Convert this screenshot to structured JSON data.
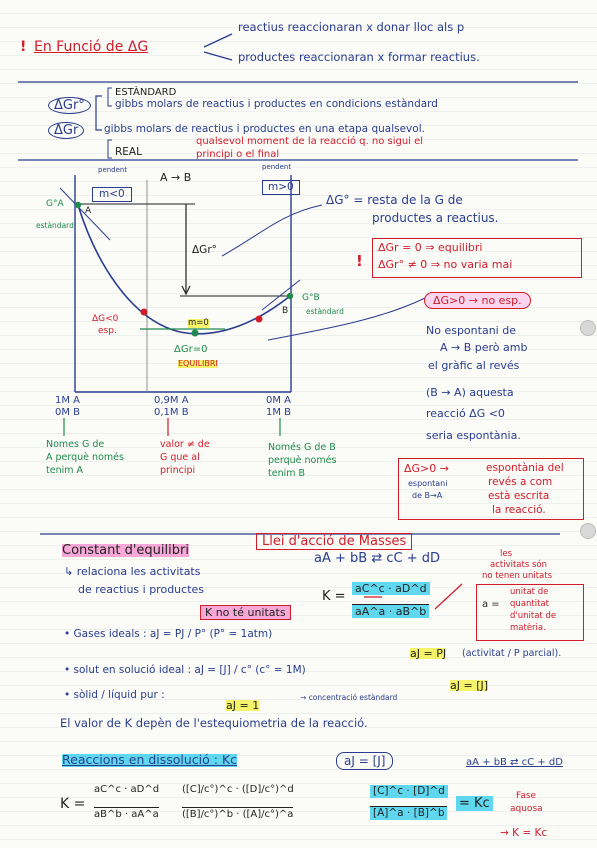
{
  "header": {
    "bullet": "!",
    "title": "En Funció de ΔG",
    "line1": "reactius reaccionaran x donar lloc als p",
    "line2": "productes reaccionaran x formar reactius."
  },
  "definitions": {
    "dg0_symbol": "ΔGr°",
    "dg0_tag": "ESTÀNDARD",
    "dg0_text": "gibbs molars de reactius i productes en condicions estàndard",
    "dg_symbol": "ΔGr",
    "dg_text": "gibbs molars de reactius i productes en una etapa qualsevol.",
    "dg_tag": "REAL",
    "dg_note1": "qualsevol moment de la reacció q. no sigui el",
    "dg_note2": "principi o el final"
  },
  "diagram": {
    "reaction": "A → B",
    "pendent_left": "pendent",
    "m_left": "m<0",
    "pendent_right": "pendent",
    "m_right": "m>0",
    "g0a": "G°A",
    "a_label": "A",
    "estandard_left": "estàndard",
    "dg_arrow": "ΔGr°",
    "g0b": "G°B",
    "b_label": "B",
    "estandard_right": "estàndard",
    "dg_lt_0": "ΔG<0",
    "esp": "esp.",
    "m_zero": "m=0",
    "dg_eq_0": "ΔGr=0",
    "equilibri": "EQUILIBRI",
    "axis_left_1": "1M A",
    "axis_left_2": "0M B",
    "axis_mid_1": "0,9M A",
    "axis_mid_2": "0,1M B",
    "axis_right_1": "0M A",
    "axis_right_2": "1M B",
    "note_a1": "Nomes G de",
    "note_a2": "A perquè només",
    "note_a3": "tenim A",
    "note_mid1": "valor ≠ de",
    "note_mid2": "G que al",
    "note_mid3": "principi",
    "note_b1": "Només G de B",
    "note_b2": "perquè només",
    "note_b3": "tenim B"
  },
  "side_notes": {
    "dg0_def1": "ΔG° = resta de la G de",
    "dg0_def2": "productes a reactius.",
    "box_line1": "ΔGr = 0 ⇒ equilibri",
    "box_line2": "ΔGr° ≠ 0 ⇒ no varia mai",
    "nonsp": "ΔG>0 → no esp.",
    "para1": "No espontani de",
    "para2": "A → B però amb",
    "para3": "el gràfic al revés",
    "para4": "(B → A) aquesta",
    "para5": "reacció ΔG <0",
    "para6": "seria espontània.",
    "box2_left": "ΔG>0 →",
    "box2_sub1": "espontani",
    "box2_sub2": "de B→A",
    "box2_right1": "espontània del",
    "box2_right2": "revés a com",
    "box2_right3": "està escrita",
    "box2_right4": "la reacció."
  },
  "mass_action": {
    "title": "Llei d'acció de Masses",
    "reaction": "aA + bB ⇄ cC + dD",
    "heading": "Constant d'equilibri",
    "relates1": "↳ relaciona les activitats",
    "relates2": "de reactius i productes",
    "k_label": "K =",
    "k_num": "aC^c · aD^d",
    "k_den": "aA^a · aB^b",
    "k_units": "K no té unitats",
    "act1": "les",
    "act2": "activitats són",
    "act3": "no tenen unitats",
    "a_eq": "a =",
    "a_def1": "unitat de",
    "a_def2": "quantitat",
    "a_def3": "d'unitat de",
    "a_def4": "matèria.",
    "gas": "• Gases ideals : aJ = PJ / P°   (P° = 1atm)",
    "gas_result": "aJ = PJ",
    "gas_note": "(activitat / P parcial).",
    "sol": "• solut en solució ideal :  aJ = [J] / c°   (c° = 1M)",
    "sol_result": "aJ = [J]",
    "sol_note": "→ concentració estàndard",
    "solid_label": "• sòlid / líquid pur :",
    "solid_result": "aJ = 1",
    "stoich": "El valor de K depèn de l'estequiometria de la reacció.",
    "kc_title": "Reaccions en dissolució : Kc",
    "kc_aj": "aJ = [J]",
    "kc_reaction": "aA + bB ⇄ cC + dD",
    "k_eq": "K =",
    "f1_num": "aC^c · aD^d",
    "f1_den": "aB^b · aA^a",
    "f2_num": "([C]/c°)^c · ([D]/c°)^d",
    "f2_den": "([B]/c°)^b · ([A]/c°)^a",
    "f3_num": "[C]^c · [D]^d",
    "f3_den": "[A]^a · [B]^b",
    "kc": "= Kc",
    "fase1": "Fase",
    "fase2": "aquosa",
    "k_kc": "→ K = Kc"
  }
}
